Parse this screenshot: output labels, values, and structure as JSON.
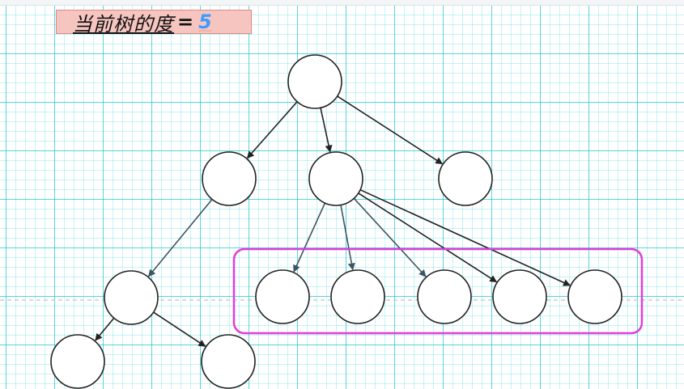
{
  "title": {
    "label": "当前树的度",
    "equals": "=",
    "value": "5"
  },
  "colors": {
    "title_background": "#f7c5c0",
    "title_value": "#3b9dff",
    "highlight_border": "#e63bd9",
    "node_stroke": "#222222",
    "edge": "#222222",
    "edge_alt": "#3c5560",
    "grid": "#00bec8"
  },
  "tree": {
    "nodes": [
      "root",
      "a",
      "b",
      "c",
      "d",
      "b1",
      "b2",
      "b3",
      "b4",
      "b5",
      "d1",
      "d2"
    ],
    "edges": [
      [
        "root",
        "a"
      ],
      [
        "root",
        "b"
      ],
      [
        "root",
        "c"
      ],
      [
        "a",
        "d"
      ],
      [
        "b",
        "b1"
      ],
      [
        "b",
        "b2"
      ],
      [
        "b",
        "b3"
      ],
      [
        "b",
        "b4"
      ],
      [
        "b",
        "b5"
      ],
      [
        "d",
        "d1"
      ],
      [
        "d",
        "d2"
      ]
    ],
    "highlighted": [
      "b1",
      "b2",
      "b3",
      "b4",
      "b5"
    ]
  }
}
